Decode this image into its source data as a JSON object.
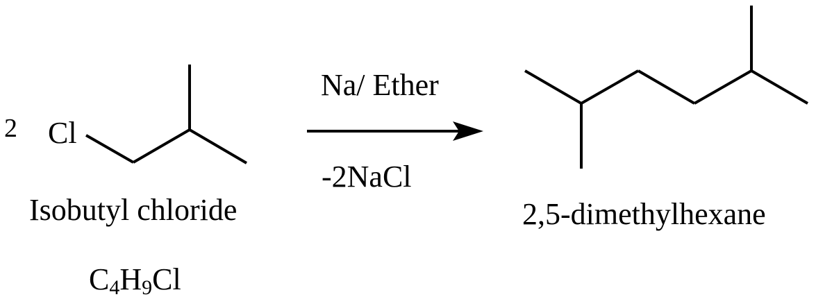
{
  "reaction": {
    "coefficient": "2",
    "reactant": {
      "atom_label": "Cl",
      "name": "Isobutyl chloride",
      "formula": {
        "parts": [
          "C",
          "4",
          "H",
          "9",
          "Cl"
        ]
      }
    },
    "arrow": {
      "above": "Na/ Ether",
      "below": "-2NaCl"
    },
    "product": {
      "name": "2,5-dimethylhexane"
    }
  },
  "colors": {
    "ink": "#000000",
    "background": "#ffffff"
  }
}
